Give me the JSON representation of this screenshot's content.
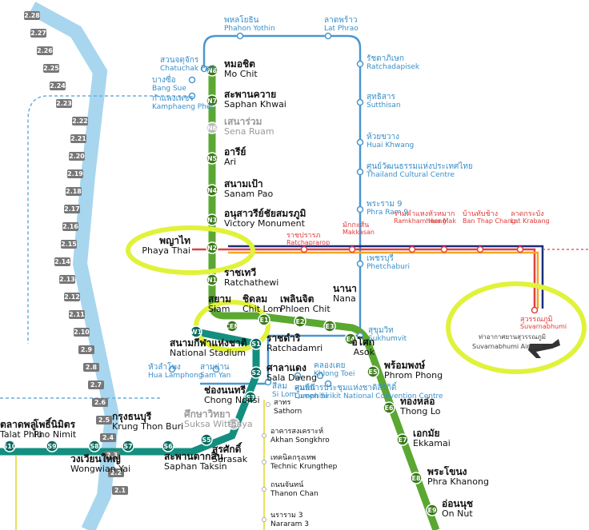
{
  "colors": {
    "sukhumvit_line": "#5aa832",
    "silom_line": "#138f7f",
    "mrt_blue": "#4c97cf",
    "airport_link": "#e04040",
    "srt_blue": "#1a2d7a",
    "expressway": "#a8d6ef",
    "yellow_line": "#e8e15a",
    "highlight": "#e0f23a"
  },
  "sukhumvit_stations": [
    {
      "code": "N8",
      "th": "หมอชิต",
      "en": "Mo Chit"
    },
    {
      "code": "N7",
      "th": "สะพานควาย",
      "en": "Saphan Khwai"
    },
    {
      "code": "N6",
      "th": "เสนาร่วม",
      "en": "Sena Ruam"
    },
    {
      "code": "N5",
      "th": "อารีย์",
      "en": "Ari"
    },
    {
      "code": "N4",
      "th": "สนามเป้า",
      "en": "Sanam Pao"
    },
    {
      "code": "N3",
      "th": "อนุสาวรีย์ชัยสมรภูมิ",
      "en": "Victory Monument"
    },
    {
      "code": "N2",
      "th": "พญาไท",
      "en": "Phaya Thai"
    },
    {
      "code": "N1",
      "th": "ราชเทวี",
      "en": "Ratchathewi"
    },
    {
      "code": "CEN",
      "th": "สยาม",
      "en": "Siam"
    },
    {
      "code": "E1",
      "th": "ชิดลม",
      "en": "Chit Lom"
    },
    {
      "code": "E2",
      "th": "เพลินจิต",
      "en": "Phloen Chit"
    },
    {
      "code": "E3",
      "th": "นานา",
      "en": "Nana"
    },
    {
      "code": "E4",
      "th": "อโศก",
      "en": "Asok"
    },
    {
      "code": "E5",
      "th": "พร้อมพงษ์",
      "en": "Phrom Phong"
    },
    {
      "code": "E6",
      "th": "ทองหล่อ",
      "en": "Thong Lo"
    },
    {
      "code": "E7",
      "th": "เอกมัย",
      "en": "Ekkamai"
    },
    {
      "code": "E8",
      "th": "พระโขนง",
      "en": "Phra Khanong"
    },
    {
      "code": "E9",
      "th": "อ่อนนุช",
      "en": "On Nut"
    }
  ],
  "silom_stations": [
    {
      "code": "W1",
      "th": "สนามกีฬาแห่งชาติ",
      "en": "National Stadium"
    },
    {
      "code": "S1",
      "th": "ราชดำริ",
      "en": "Ratchadamri"
    },
    {
      "code": "S2",
      "th": "ศาลาแดง",
      "en": "Sala Daeng"
    },
    {
      "code": "S3",
      "th": "ช่องนนทรี",
      "en": "Chong Nonsi"
    },
    {
      "code": "S4",
      "th": "ศึกษาวิทยา",
      "en": "Suksa Witthaya"
    },
    {
      "code": "S5",
      "th": "สุรศักดิ์",
      "en": "Surasak"
    },
    {
      "code": "S6",
      "th": "สะพานตากสิน",
      "en": "Saphan Taksin"
    },
    {
      "code": "S7",
      "th": "กรุงธนบุรี",
      "en": "Krung Thon Buri"
    },
    {
      "code": "S8",
      "th": "วงเวียนใหญ่",
      "en": "Wongwian Yai"
    },
    {
      "code": "S9",
      "th": "โพธิ์นิมิตร",
      "en": "Pho Nimit"
    },
    {
      "code": "S10",
      "th": "ตลาดพลู",
      "en": "Talat Phlu"
    }
  ],
  "mrt_stations": [
    {
      "th": "สวนจตุจักร",
      "en": "Chatuchak Park"
    },
    {
      "th": "พหลโยธิน",
      "en": "Phahon Yothin"
    },
    {
      "th": "ลาดพร้าว",
      "en": "Lat Phrao"
    },
    {
      "th": "รัชดาภิเษก",
      "en": "Ratchadapisek"
    },
    {
      "th": "สุทธิสาร",
      "en": "Sutthisan"
    },
    {
      "th": "ห้วยขวาง",
      "en": "Huai Khwang"
    },
    {
      "th": "ศูนย์วัฒนธรรมแห่งประเทศไทย",
      "en": "Thailand Cultural Centre"
    },
    {
      "th": "พระราม 9",
      "en": "Phra Ram 9"
    },
    {
      "th": "เพชรบุรี",
      "en": "Phetchaburi"
    },
    {
      "th": "สุขุมวิท",
      "en": "Sukhumvit"
    },
    {
      "th": "ศูนย์การประชุมแห่งชาติสิริกิติ์",
      "en": "Queen Sirikit National Convention Centre"
    },
    {
      "th": "คลองเตย",
      "en": "Khlong Toei"
    },
    {
      "th": "ลุมพินี",
      "en": "Lumphini"
    },
    {
      "th": "สีลม",
      "en": "Si Lom"
    },
    {
      "th": "สามย่าน",
      "en": "Sam Yan"
    },
    {
      "th": "หัวลำโพง",
      "en": "Hua Lamphong"
    },
    {
      "th": "กำแพงเพชร",
      "en": "Kamphaeng Phet"
    },
    {
      "th": "บางซื่อ",
      "en": "Bang Sue"
    }
  ],
  "airport_link_stations": [
    {
      "th": "ราชปรารภ",
      "en": "Ratchaprarop"
    },
    {
      "th": "มักกะสัน",
      "en": "Makkasan"
    },
    {
      "th": "รามคำแหง",
      "en": "Ramkhamhaeng"
    },
    {
      "th": "หัวหมาก",
      "en": "Hua Mak"
    },
    {
      "th": "บ้านทับช้าง",
      "en": "Ban Thap Chang"
    },
    {
      "th": "ลาดกระบัง",
      "en": "Lat Krabang"
    },
    {
      "th": "สุวรรณภูมิ",
      "en": "Suvarnabhumi"
    }
  ],
  "airport": {
    "th": "ท่าอากาศยานสุวรรณภูมิ",
    "en": "Suvarnabhumi Airport"
  },
  "other_line_stations": [
    {
      "th": "สาทร",
      "en": "Sathorn"
    },
    {
      "th": "อาคารสงเคราะห์",
      "en": "Akhan Songkhro"
    },
    {
      "th": "เทคนิคกรุงเทพ",
      "en": "Technic Krungthep"
    },
    {
      "th": "ถนนจันทน์",
      "en": "Thanon Chan"
    },
    {
      "th": "นราราม 3",
      "en": "Nararam 3"
    }
  ],
  "expressway_exits": [
    "2.28",
    "2.27",
    "2.26",
    "2.25",
    "2.24",
    "2.23",
    "2.22",
    "2.21",
    "2.20",
    "2.19",
    "2.18",
    "2.17",
    "2.16",
    "2.15",
    "2.14",
    "2.13",
    "2.12",
    "2.11",
    "2.10",
    "2.9",
    "2.8",
    "2.7",
    "2.6",
    "2.5",
    "2.4",
    "2.3",
    "2.2",
    "2.1"
  ]
}
